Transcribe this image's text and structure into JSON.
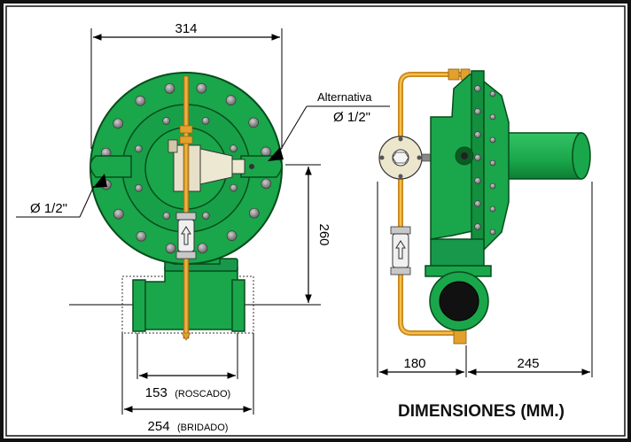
{
  "title": "DIMENSIONES (MM.)",
  "front_view": {
    "width_label": "314",
    "height_label": "260",
    "alt_label": "Alternativa",
    "alt_port": "Ø 1/2\"",
    "left_port": "Ø 1/2\"",
    "threaded_value": "153",
    "threaded_note": "(ROSCADO)",
    "flanged_value": "254",
    "flanged_note": "(BRIDADO)"
  },
  "side_view": {
    "left_dim": "180",
    "right_dim": "245"
  },
  "colors": {
    "body_green": "#1aa64a",
    "green_dark": "#0a6b2a",
    "pipe_orange": "#e3a02b",
    "frame": "#111111"
  }
}
